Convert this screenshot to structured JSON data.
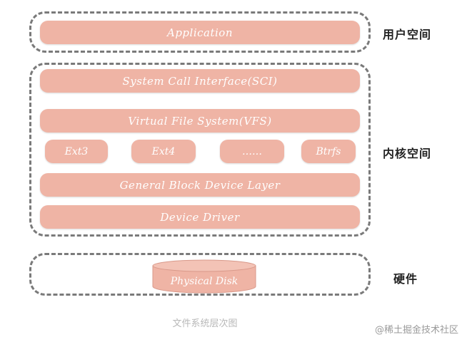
{
  "zones": {
    "user_space_label": "用户空间",
    "kernel_space_label": "内核空间",
    "hardware_label": "硬件"
  },
  "layers": {
    "application": "Application",
    "sci": "System Call Interface(SCI)",
    "vfs": "Virtual File System(VFS)",
    "block_layer": "General Block Device Layer",
    "device_driver": "Device Driver",
    "physical_disk": "Physical Disk"
  },
  "filesystems": [
    "Ext3",
    "Ext4",
    "……",
    "Btrfs"
  ],
  "caption": "文件系统层次图",
  "watermark": "@稀土掘金技术社区",
  "colors": {
    "box_fill": "#efb4a5",
    "box_text": "#ffffff",
    "dashed_border": "#7a7a7a"
  }
}
